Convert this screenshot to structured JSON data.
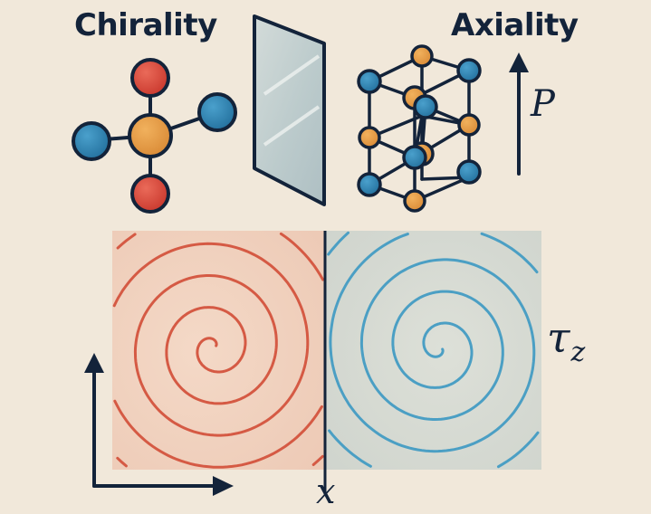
{
  "titles": {
    "chirality": "Chirality",
    "axiality": "Axiality"
  },
  "labels": {
    "polarization": "P",
    "tau_base": "τ",
    "tau_sub": "z",
    "x_axis": "x"
  },
  "colors": {
    "background": "#f1e8da",
    "ink": "#13233a",
    "atom_red": "#d6473a",
    "atom_blue": "#2f84b4",
    "atom_orange": "#e59a45",
    "center_atom": "#e8a447",
    "mirror_fill": "#c4cfd0",
    "red_region": "#f1d3c2",
    "blue_region": "#d7d9d1",
    "red_spiral": "#d55a44",
    "blue_spiral": "#4b9fc4"
  },
  "icons": {
    "molecule": "chiral-molecule-icon",
    "mirror": "mirror-plane-icon",
    "crystal": "crystal-lattice-icon",
    "polarization_arrow": "up-arrow-icon",
    "axes": "axes-icon"
  }
}
